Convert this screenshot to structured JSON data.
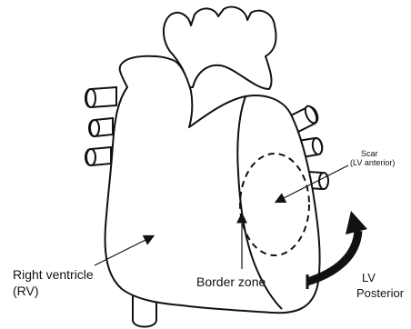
{
  "labels": {
    "right_ventricle_line1": "Right ventricle",
    "right_ventricle_line2": "(RV)",
    "border_zone": "Border zone",
    "scar_line1": "Scar",
    "scar_line2": "(LV anterior)",
    "lv_line1": "LV",
    "lv_line2": "Posterior"
  },
  "colors": {
    "outline": "#111111",
    "background": "#ffffff"
  }
}
